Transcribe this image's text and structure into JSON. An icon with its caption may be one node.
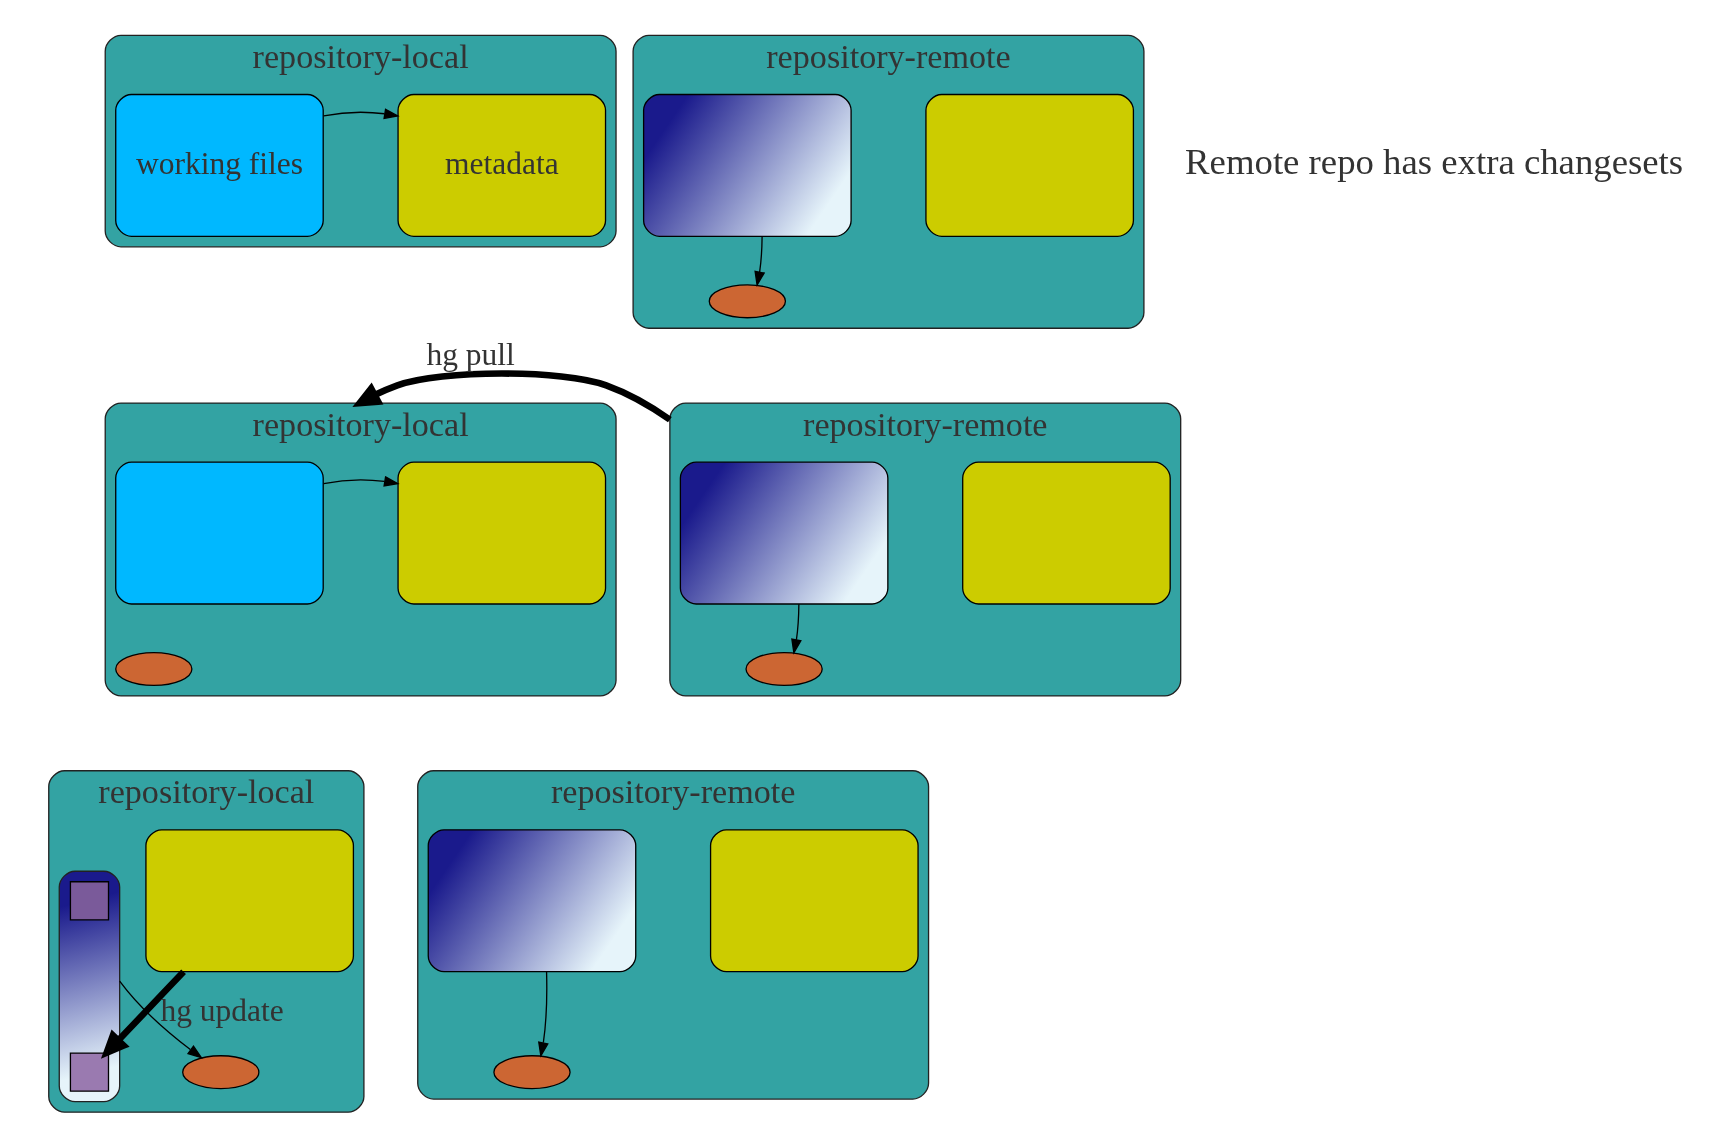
{
  "diagram": {
    "nodes": [
      {
        "text": [
          "repository-local"
        ]
      },
      {
        "text": [
          "working files"
        ],
        "in": 0
      },
      {
        "text": [
          "metadata"
        ],
        "in": 0
      },
      {
        "text": [
          "repository-remote"
        ]
      },
      {
        "text": [],
        "shape": "box",
        "in": 3
      },
      {
        "text": [],
        "shape": "box",
        "in": 3
      },
      {
        "text": [],
        "shape": "ellipse",
        "in": 3
      },
      {
        "text": [
          "repository-local"
        ]
      },
      {
        "text": [],
        "shape": "box",
        "in": 7
      },
      {
        "text": [],
        "shape": "box",
        "in": 7
      },
      {
        "text": [],
        "shape": "ellipse",
        "in": 7
      },
      {
        "text": [
          "repository-remote"
        ]
      },
      {
        "text": [],
        "shape": "box",
        "in": 11
      },
      {
        "text": [],
        "shape": "box",
        "in": 11
      },
      {
        "text": [],
        "shape": "ellipse",
        "in": 11
      },
      {
        "text": [
          "repository-local"
        ]
      },
      {
        "text": [],
        "shape": "box",
        "in": 15
      },
      {
        "text": [],
        "shape": "box",
        "in": 16
      },
      {
        "text": [],
        "shape": "box",
        "in": 16
      },
      {
        "text": [],
        "shape": "box",
        "in": 15
      },
      {
        "text": [],
        "shape": "ellipse",
        "in": 15
      },
      {
        "text": [
          "repository-remote"
        ]
      },
      {
        "text": [],
        "shape": "box",
        "in": 21
      },
      {
        "text": [],
        "shape": "box",
        "in": 21
      },
      {
        "text": [],
        "shape": "ellipse",
        "in": 21
      }
    ],
    "edges": [
      {
        "from": 1,
        "to": 2,
        "arrow": "to"
      },
      {
        "from": 4,
        "to": 6,
        "arrow": "to"
      },
      {
        "from": 8,
        "to": 9,
        "arrow": "to"
      },
      {
        "from": 12,
        "to": 14,
        "arrow": "to"
      },
      {
        "from": 11,
        "to": 7,
        "arrow": "to",
        "label": "hg pull",
        "style": "thick"
      },
      {
        "from": 16,
        "to": 20,
        "arrow": "to"
      },
      {
        "from": 19,
        "to": 18,
        "arrow": "to",
        "label": "hg update",
        "style": "thick"
      },
      {
        "from": 22,
        "to": 24,
        "arrow": "to"
      }
    ],
    "labels": [
      "Remote repo has extra changesets"
    ]
  }
}
